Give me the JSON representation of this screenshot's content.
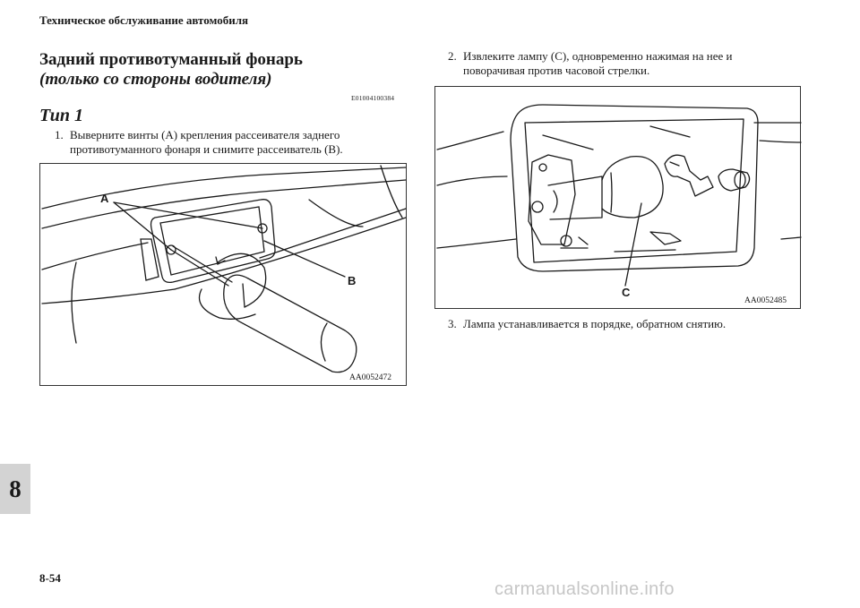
{
  "header": {
    "title": "Техническое обслуживание автомобиля"
  },
  "section": {
    "title": "Задний противотуманный фонарь",
    "subtitle": "(только со стороны водителя)",
    "code": "E01004100384"
  },
  "type_heading": "Тип 1",
  "steps": [
    {
      "num": "1.",
      "lines": [
        "Выверните винты (A) крепления рассеивателя заднего",
        "противотуманного фонаря и снимите рассеиватель (B)."
      ]
    },
    {
      "num": "2.",
      "lines": [
        "Извлеките лампу (C), одновременно нажимая на нее и",
        "поворачивая против часовой стрелки."
      ]
    },
    {
      "num": "3.",
      "lines": [
        "Лампа устанавливается в порядке, обратном снятию."
      ]
    }
  ],
  "figures": [
    {
      "code": "AA0052472",
      "callouts": [
        "A",
        "B"
      ]
    },
    {
      "code": "AA0052485",
      "callouts": [
        "C"
      ]
    }
  ],
  "chapter_tab": "8",
  "page_number": "8-54",
  "watermark": "carmanualsonline.info"
}
